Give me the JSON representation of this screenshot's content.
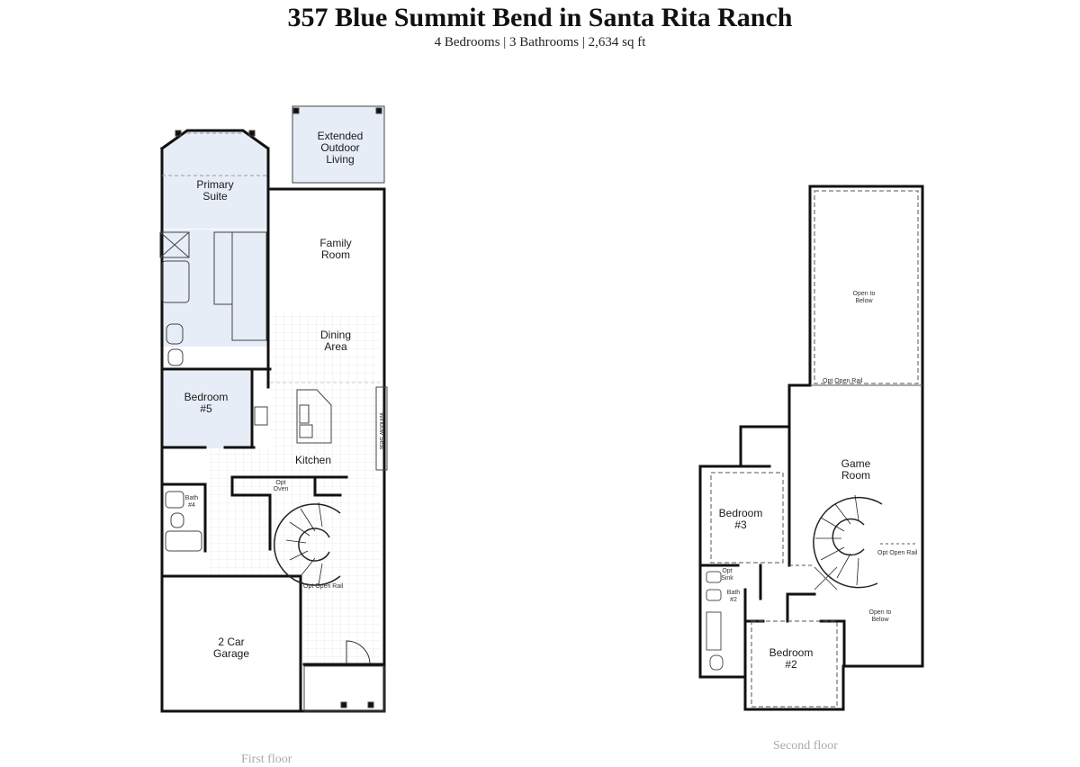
{
  "header": {
    "title": "357 Blue Summit Bend in Santa Rita Ranch",
    "subtitle": "4 Bedrooms | 3 Bathrooms | 2,634 sq ft"
  },
  "first_floor": {
    "caption": "First floor",
    "rooms": {
      "extended_outdoor_1": "Extended",
      "extended_outdoor_2": "Outdoor",
      "extended_outdoor_3": "Living",
      "primary_suite_1": "Primary",
      "primary_suite_2": "Suite",
      "family_room_1": "Family",
      "family_room_2": "Room",
      "dining_area_1": "Dining",
      "dining_area_2": "Area",
      "bedroom5_1": "Bedroom",
      "bedroom5_2": "#5",
      "kitchen": "Kitchen",
      "bath4_1": "Bath",
      "bath4_2": "#4",
      "opt_oven_1": "Opt",
      "opt_oven_2": "Oven",
      "window_seat": "Window Seat",
      "opt_open_rail": "Opt Open Rail",
      "garage_1": "2 Car",
      "garage_2": "Garage"
    }
  },
  "second_floor": {
    "caption": "Second floor",
    "rooms": {
      "open_below_1": "Open to",
      "open_below_2": "Below",
      "opt_open_rail_top": "Opt Open Rail",
      "game_room_1": "Game",
      "game_room_2": "Room",
      "bedroom3_1": "Bedroom",
      "bedroom3_2": "#3",
      "opt_sink_1": "Opt",
      "opt_sink_2": "Sink",
      "bath2_1": "Bath",
      "bath2_2": "#2",
      "opt_open_rail_side": "Opt Open Rail",
      "open_below_b1": "Open to",
      "open_below_b2": "Below",
      "bedroom2_1": "Bedroom",
      "bedroom2_2": "#2"
    }
  },
  "colors": {
    "highlight": "#e6edf7",
    "wall": "#111111",
    "grid": "#dcdcdc"
  }
}
